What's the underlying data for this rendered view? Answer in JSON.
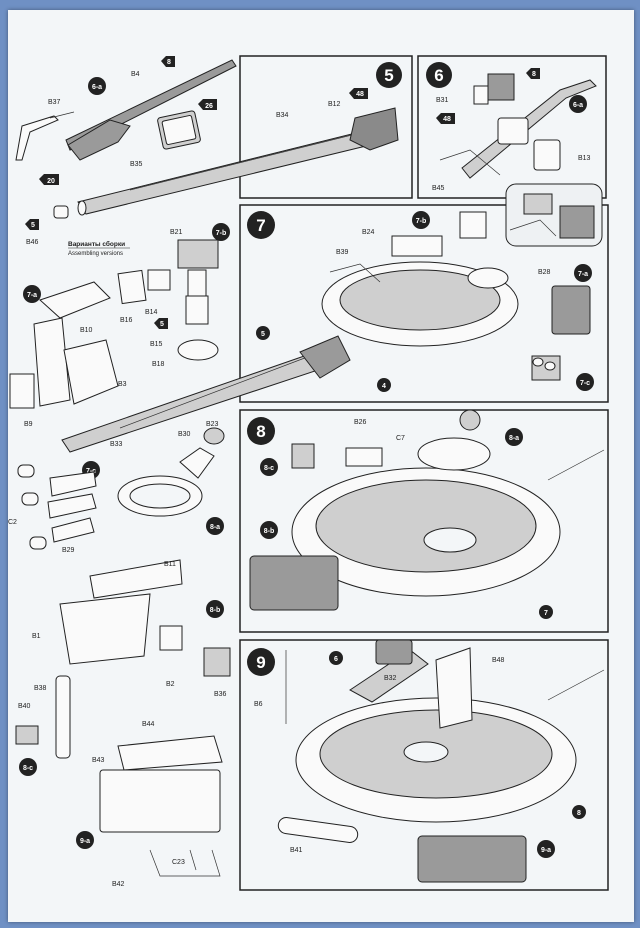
{
  "steps": {
    "s5": "5",
    "s6": "6",
    "s7": "7",
    "s8": "8",
    "s9": "9"
  },
  "subassemblies": {
    "a6": "6-a",
    "b7": "7-b",
    "a7": "7-a",
    "c7": "7-c",
    "a8": "8-a",
    "b8": "8-b",
    "c8": "8-c",
    "a9": "9-a",
    "s6a_ref": "6-a",
    "s7b_ref": "7-b",
    "s7a_ref": "7-a",
    "s7c_ref": "7-c",
    "s8a_ref": "8-a",
    "s8b_ref": "8-b",
    "s8c_ref": "8-c",
    "s9a_ref": "9-a"
  },
  "refs": {
    "r5": "5",
    "r4": "4",
    "r7": "7",
    "r6": "6",
    "r8": "8"
  },
  "variants": {
    "ru": "Варианты сборки",
    "en": "Assembling versions"
  },
  "tags": {
    "t8a": "8",
    "t26": "26",
    "t20": "20",
    "t48": "48",
    "t8b": "8",
    "t48b": "48",
    "t5": "5",
    "t5b": "5"
  },
  "labels": {
    "B37": "B37",
    "B4": "B4",
    "B35": "B35",
    "B34": "B34",
    "B12": "B12",
    "B31": "B31",
    "B13": "B13",
    "B45": "B45",
    "B46": "B46",
    "B21": "B21",
    "B16": "B16",
    "B14": "B14",
    "B15": "B15",
    "B18": "B18",
    "B10": "B10",
    "B3": "B3",
    "B9": "B9",
    "B24": "B24",
    "B39": "B39",
    "B28": "B28",
    "B33": "B33",
    "B30": "B30",
    "B23": "B23",
    "C2": "C2",
    "B29": "B29",
    "B26": "B26",
    "C7": "C7",
    "B11": "B11",
    "B1": "B1",
    "B2": "B2",
    "B36": "B36",
    "B38": "B38",
    "B40": "B40",
    "B44": "B44",
    "B43": "B43",
    "B42": "B42",
    "C23": "C23",
    "B6": "B6",
    "B32": "B32",
    "B48": "B48",
    "B41": "B41"
  }
}
